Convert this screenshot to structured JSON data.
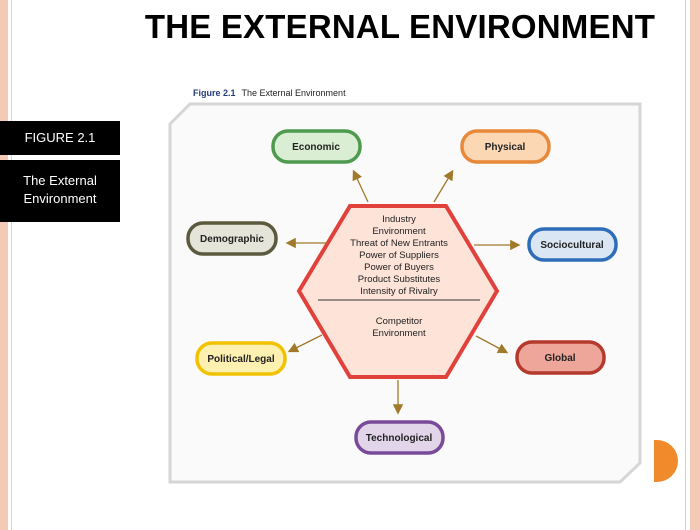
{
  "slide": {
    "title": "THE EXTERNAL ENVIRONMENT",
    "side_label": "FIGURE  2.1",
    "side_caption_line1": "The External",
    "side_caption_line2": "Environment"
  },
  "figure": {
    "number": "Figure 2.1",
    "caption": "The External Environment"
  },
  "diagram": {
    "center": {
      "industry_title_line1": "Industry",
      "industry_title_line2": "Environment",
      "items": [
        "Threat of New Entrants",
        "Power of Suppliers",
        "Power of Buyers",
        "Product Substitutes",
        "Intensity of Rivalry"
      ],
      "competitor_line1": "Competitor",
      "competitor_line2": "Environment"
    },
    "nodes": {
      "economic": "Economic",
      "physical": "Physical",
      "demographic": "Demographic",
      "sociocultural": "Sociocultural",
      "political_legal": "Political/Legal",
      "global": "Global",
      "technological": "Technological"
    },
    "colors": {
      "economic": "#4e9a4e",
      "physical": "#e8893a",
      "demographic": "#5c5a3e",
      "sociocultural": "#2e6db8",
      "political_legal": "#f2c200",
      "global": "#b53a2e",
      "technological": "#7a4a9a",
      "hexagon": "#e0413a",
      "arrow": "#a07a2a"
    }
  }
}
